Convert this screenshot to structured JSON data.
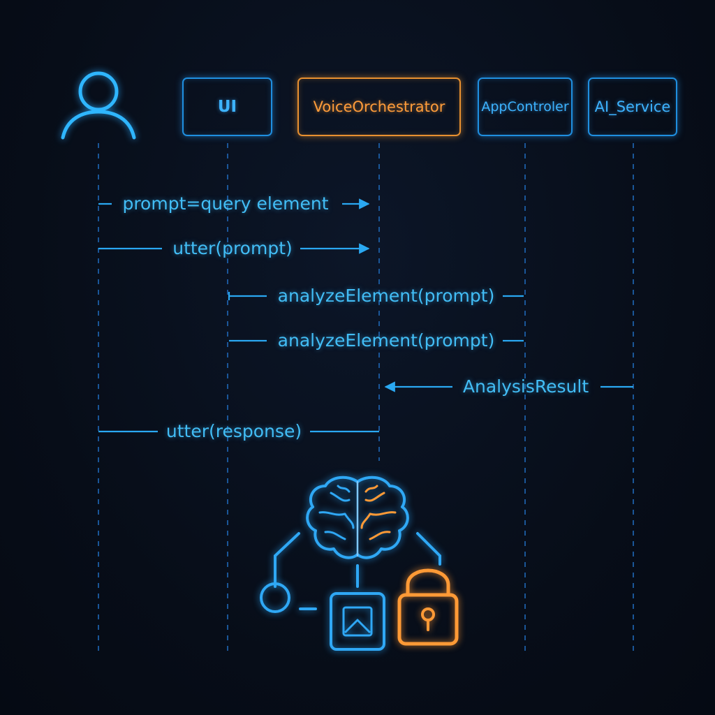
{
  "diagram": {
    "actor": {
      "name": "",
      "icon": "user-icon"
    },
    "participants": [
      {
        "label": "UI",
        "accent": "#3db3ff"
      },
      {
        "label": "VoiceOrchestrator",
        "accent": "#ff9c3a"
      },
      {
        "label": "AppControler",
        "accent": "#3db3ff"
      },
      {
        "label": "AI_Service",
        "accent": "#3db3ff"
      }
    ],
    "messages": [
      {
        "label": "prompt=query element",
        "from": "User",
        "to": "VoiceOrchestrator"
      },
      {
        "label": "utter(prompt)",
        "from": "User",
        "to": "VoiceOrchestrator"
      },
      {
        "label": "analyzeElement(prompt)",
        "from": "UI",
        "to": "AppControler"
      },
      {
        "label": "analyzeElement(prompt)",
        "from": "UI",
        "to": "AppControler"
      },
      {
        "label": "AnalysisResult",
        "from": "AI_Service",
        "to": "VoiceOrchestrator"
      },
      {
        "label": "utter(response)",
        "from": "User",
        "to": "VoiceOrchestrator"
      }
    ],
    "illustration": {
      "icons": [
        "brain-icon",
        "node-icon",
        "image-icon",
        "lock-icon"
      ]
    },
    "colors": {
      "background": "#070d18",
      "primary": "#2aa8f2",
      "accent": "#ff9c3a",
      "lifeline": "#1d5ea6"
    }
  }
}
